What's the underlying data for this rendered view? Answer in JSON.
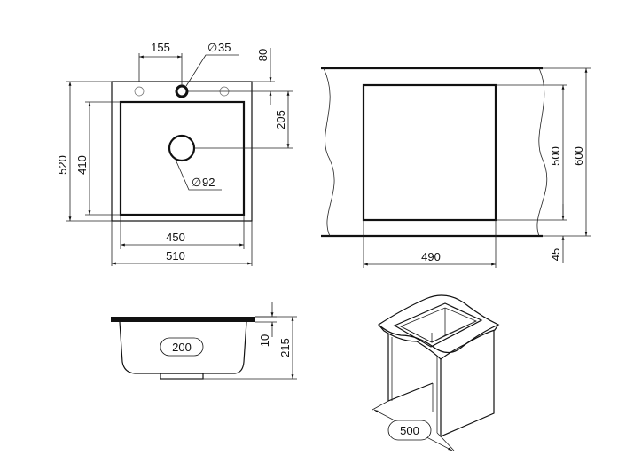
{
  "drawing": {
    "top_view": {
      "tap_offset": "155",
      "tap_diameter": "35",
      "tap_sym": "∅",
      "back_margin": "80",
      "drain_offset": "205",
      "drain_diameter": "92",
      "drain_sym": "∅",
      "outer_depth": "520",
      "bowl_depth": "410",
      "bowl_width": "450",
      "outer_width": "510"
    },
    "cabinet_view": {
      "cutout_width": "490",
      "cutout_depth": "500",
      "cabinet_depth": "600",
      "front_offset": "45"
    },
    "section_view": {
      "bowl_height": "200",
      "rim_thickness": "10",
      "total_height": "215"
    },
    "iso_view": {
      "cabinet_width": "500"
    }
  },
  "colors": {
    "line": "#111111",
    "background": "#ffffff"
  }
}
